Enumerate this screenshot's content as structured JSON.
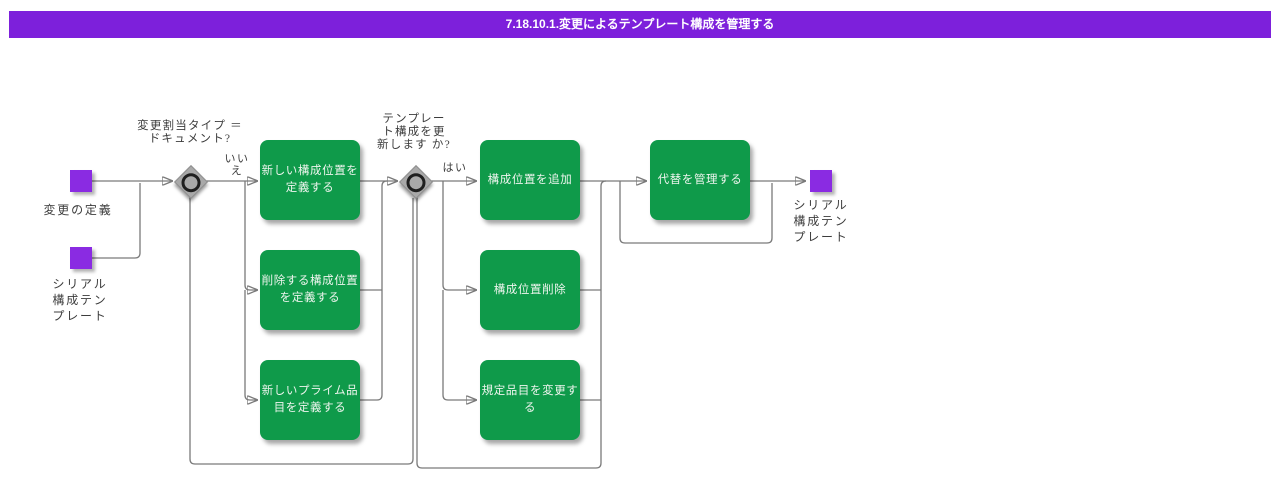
{
  "header": {
    "title": "7.18.10.1.変更によるテンプレート構成を管理する"
  },
  "colors": {
    "header_purple": "#7d20db",
    "event_purple": "#8a2be2",
    "task_green": "#0f9a4a",
    "gateway_gray": "#a9a9a9",
    "line_gray": "#7a7a7a"
  },
  "events": {
    "change_definition": {
      "label": "変更の定義"
    },
    "serial_template_input": {
      "label": "シリアル\n構成テン\nプレート"
    },
    "serial_template_output": {
      "label": "シリアル\n構成テン\nプレート"
    }
  },
  "gateways": {
    "doc_type": {
      "question": "変更割当タイプ ＝\nドキュメント?",
      "no_label": "いい\nえ"
    },
    "update_template": {
      "question": "テンプレー\nト構成を更\n新します か?",
      "yes_label": "はい"
    }
  },
  "tasks": {
    "define_new_position": {
      "label": "新しい構成位置を\n定義する"
    },
    "define_delete_position": {
      "label": "削除する構成位置\nを定義する"
    },
    "define_new_prime_item": {
      "label": "新しいプライム品\n目を定義する"
    },
    "add_position": {
      "label": "構成位置を追加"
    },
    "delete_position": {
      "label": "構成位置削除"
    },
    "change_default_item": {
      "label": "規定品目を変更す\nる"
    },
    "manage_alternates": {
      "label": "代替を管理する"
    }
  }
}
